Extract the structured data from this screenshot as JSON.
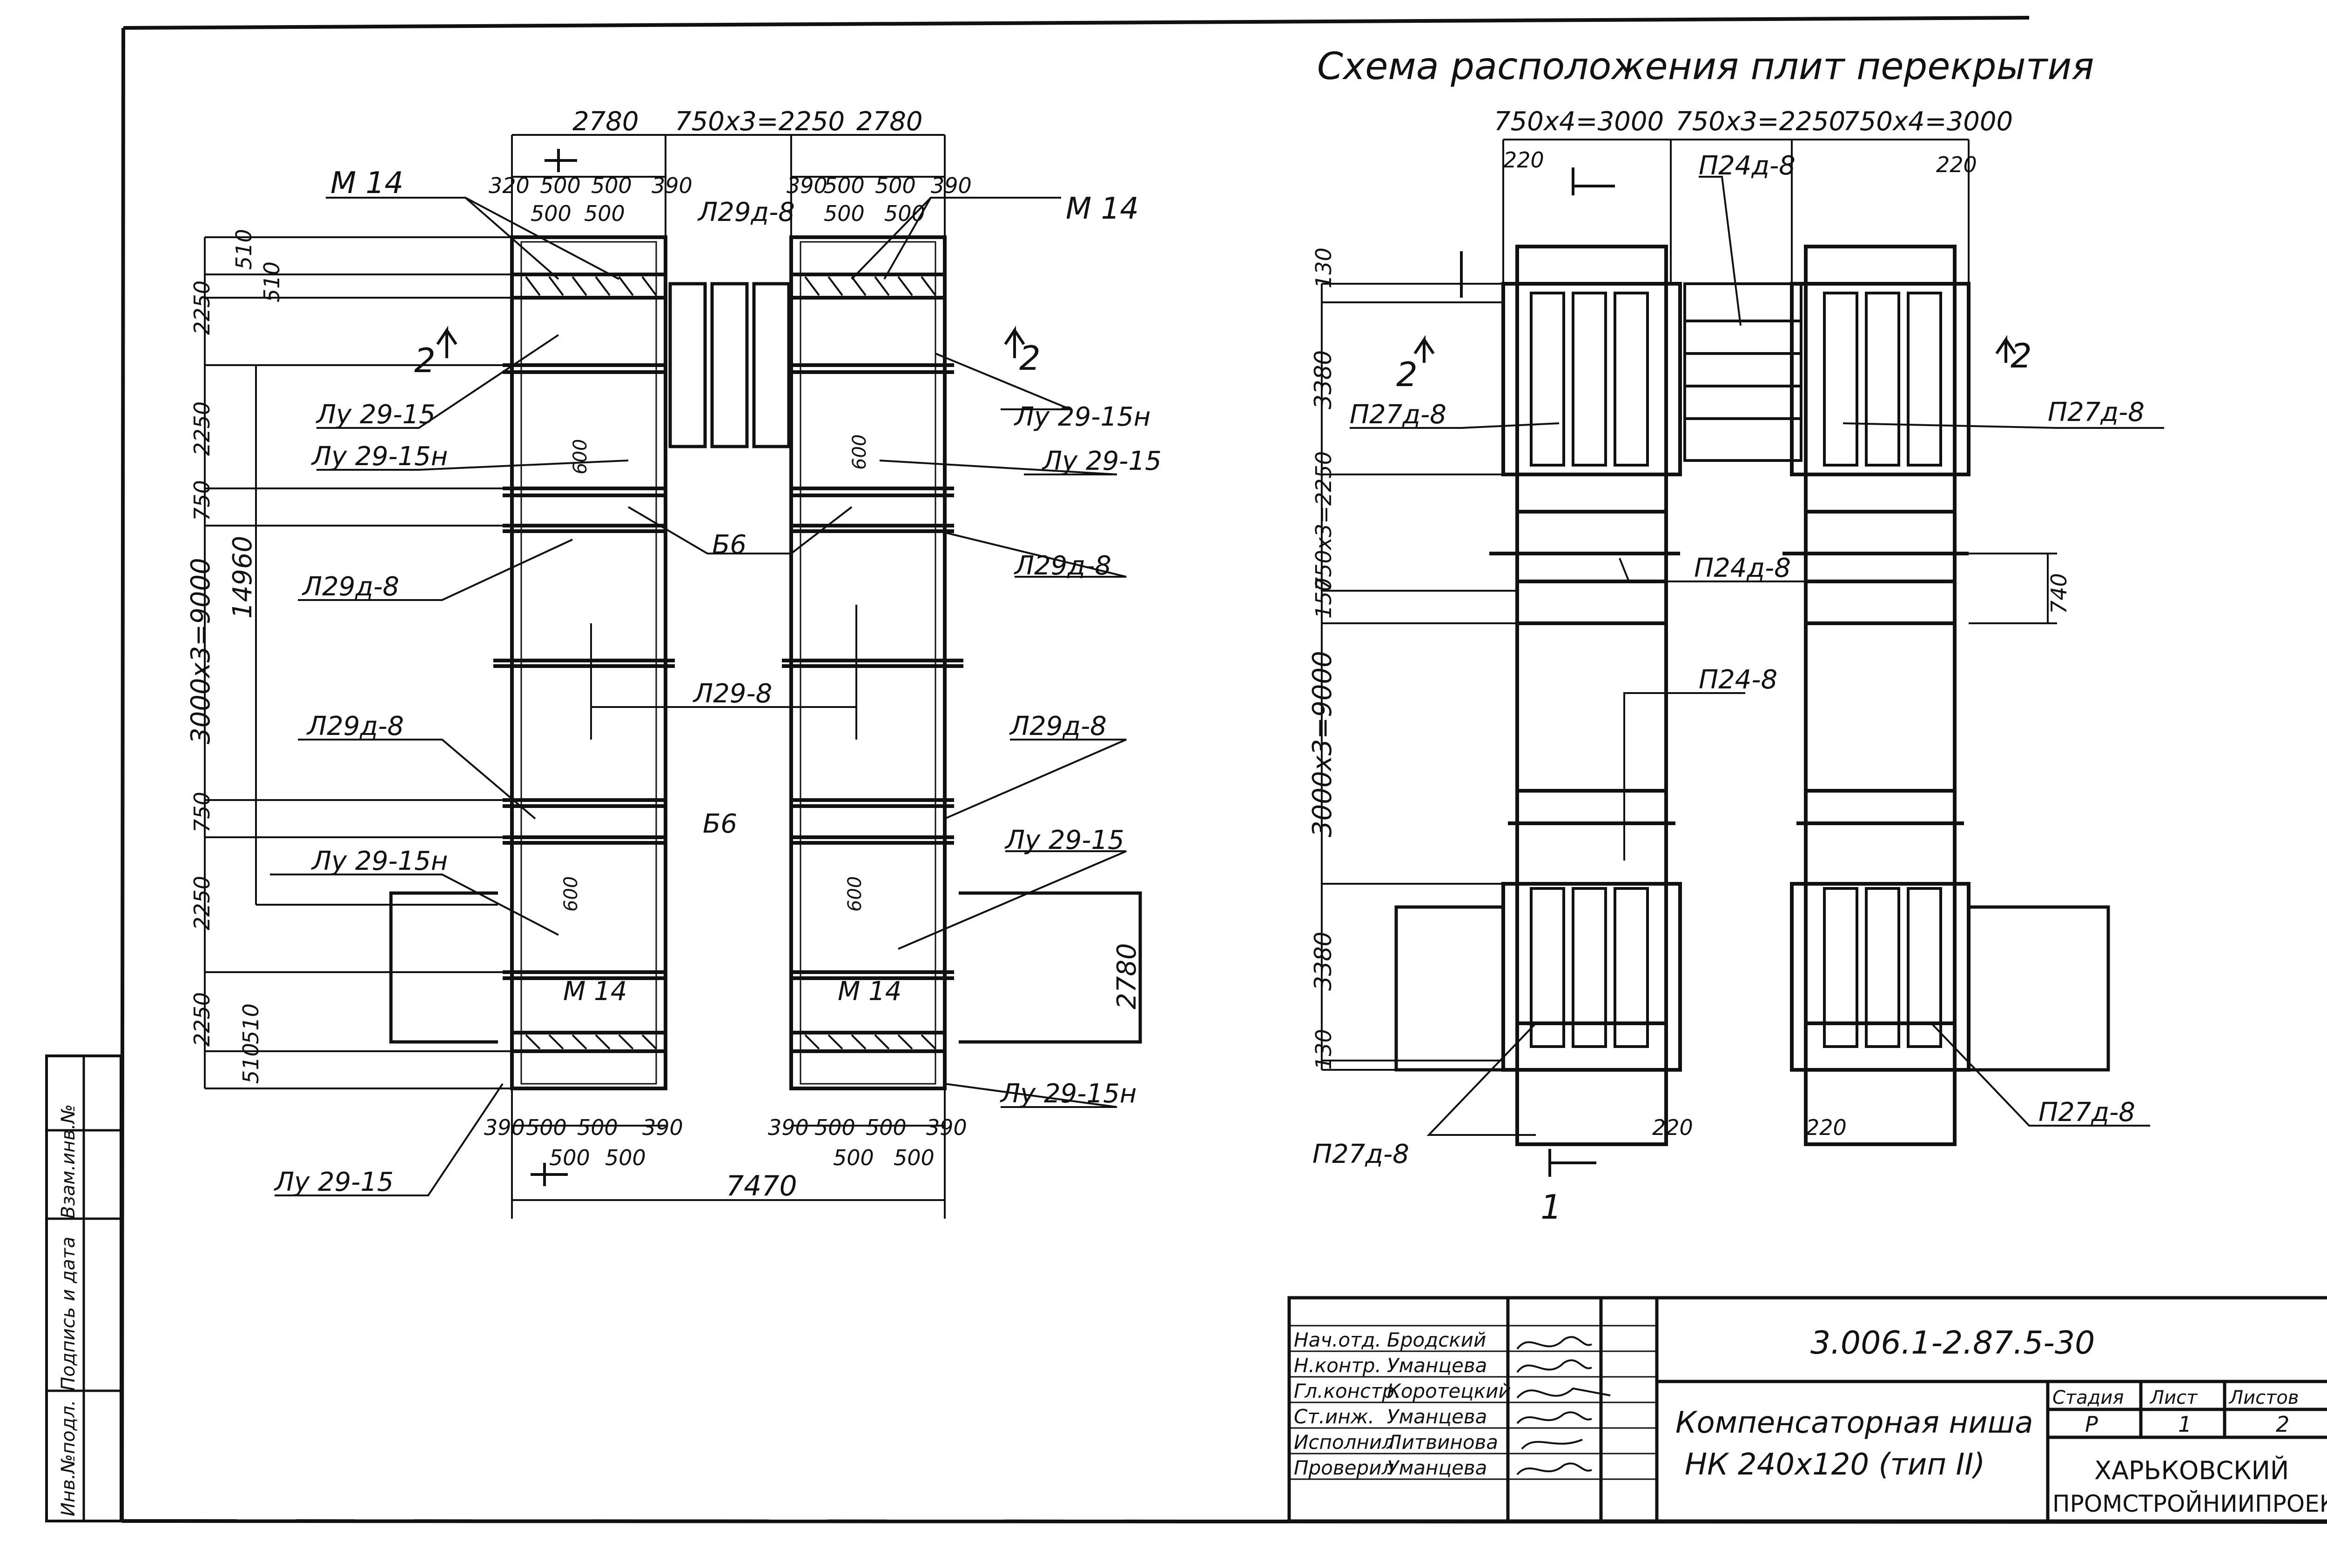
{
  "sheet": {
    "title_right": "Схема расположения плит перекрытия",
    "doc_code": "3.006.1-2.87.5-30",
    "name_line1": "Компенсаторная ниша",
    "name_line2": "НК 240х120 (тип II)",
    "org_line1": "ХАРЬКОВСКИЙ",
    "org_line2": "ПРОМСТРОЙНИИПРОЕКТ",
    "stage_head": "Стадия",
    "sheet_head": "Лист",
    "sheets_head": "Листов",
    "stage_val": "Р",
    "sheet_val": "1",
    "sheets_val": "2"
  },
  "signatures": [
    {
      "role": "Нач.отд.",
      "name": "Бродский"
    },
    {
      "role": "Н.контр.",
      "name": "Уманцева"
    },
    {
      "role": "Гл.констр.",
      "name": "Коротецкий"
    },
    {
      "role": "Ст.инж.",
      "name": "Уманцева"
    },
    {
      "role": "Исполнил",
      "name": "Литвинова"
    },
    {
      "role": "Проверил",
      "name": "Уманцева"
    }
  ],
  "side_stamp": [
    "Взам.инв.№",
    "Подпись и дата",
    "Инв.№подл."
  ],
  "left": {
    "dims_top": [
      "2780",
      "750х3=2250",
      "2780"
    ],
    "dims_top2_l": [
      "320",
      "500",
      "500",
      "390"
    ],
    "dims_top3_l": [
      "500",
      "500"
    ],
    "dims_top2_r": [
      "390",
      "500",
      "500",
      "390"
    ],
    "dims_top3_r": [
      "500",
      "500"
    ],
    "dims_left": [
      "510",
      "510",
      "2250",
      "2250",
      "750",
      "3000х3=9000",
      "750",
      "2250",
      "2250",
      "510",
      "510"
    ],
    "dim_total_v": "14960",
    "dims_bot_l": [
      "390",
      "500",
      "500",
      "390"
    ],
    "dims_bot2_l": [
      "500",
      "500"
    ],
    "dims_bot_r": [
      "390",
      "500",
      "500",
      "390"
    ],
    "dims_bot2_r": [
      "500",
      "500"
    ],
    "dim_total_h": "7470",
    "dim_2780_r": "2780",
    "d600": [
      "600",
      "600",
      "600",
      "600"
    ],
    "section_mark": "2",
    "labels": {
      "m14": "М 14",
      "l29d8": "Л29д-8",
      "lu2915": "Лу 29-15",
      "lu2915n": "Лу 29-15н",
      "b6": "Б6",
      "l298": "Л29-8"
    }
  },
  "right": {
    "dims_top": [
      "750х4=3000",
      "750х3=2250",
      "750х4=3000"
    ],
    "d220": "220",
    "dims_left": [
      "130",
      "3380",
      "750х3=2250",
      "150",
      "3000х3=9000",
      "3380",
      "130"
    ],
    "d740": "740",
    "section_mark_2": "2",
    "section_mark_1": "1",
    "labels": {
      "p24d8": "П24д-8",
      "p27d8": "П27д-8",
      "p248": "П24-8"
    }
  }
}
